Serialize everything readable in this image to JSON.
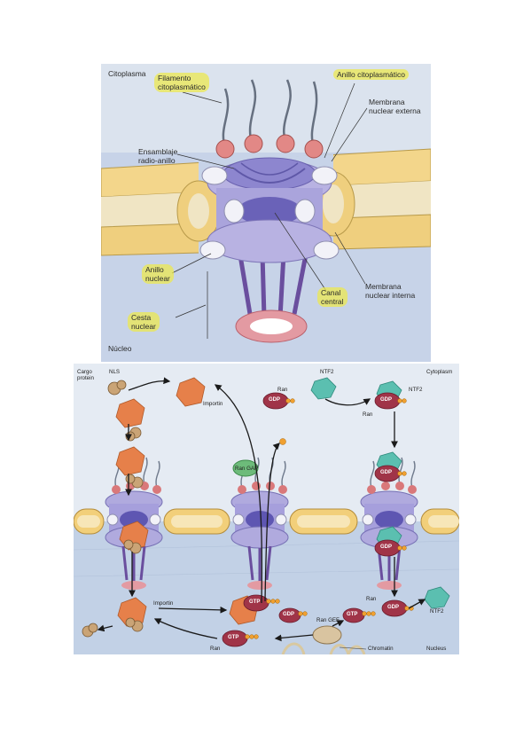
{
  "top_labels": {
    "citoplasma": "Citoplasma",
    "filamento_1": "Filamento",
    "filamento_2": "citoplasmático",
    "anillo_cito": "Anillo citoplasmático",
    "membrana_ext_1": "Membrana",
    "membrana_ext_2": "nuclear externa",
    "ensamblaje_1": "Ensamblaje",
    "ensamblaje_2": "radio-anillo",
    "anillo_nuc_1": "Anillo",
    "anillo_nuc_2": "nuclear",
    "canal_1": "Canal",
    "canal_2": "central",
    "membrana_int_1": "Membrana",
    "membrana_int_2": "nuclear interna",
    "cesta_1": "Cesta",
    "cesta_2": "nuclear",
    "nucleo": "Núcleo"
  },
  "bottom_labels": {
    "cargo_1": "Cargo",
    "cargo_2": "protein",
    "nls": "NLS",
    "importin_top": "Importin",
    "ran_top": "Ran",
    "ntf2_top": "NTF2",
    "cytoplasm": "Cytoplasm",
    "ntf2_right": "NTF2",
    "ran_right": "Ran",
    "ran_gap": "Ran GAP",
    "importin_bottom": "Importin",
    "ran_nuc_right": "Ran",
    "ntf2_nuc": "NTF2",
    "ran_gef": "Ran GEF",
    "ran_bottom": "Ran",
    "chromatin": "Chromatin",
    "nucleus": "Nucleus"
  },
  "molecules": {
    "gdp": "GDP",
    "gtp": "GTP"
  },
  "colors": {
    "membrane": "#f6d98a",
    "nucleus_bg": "#c9d6ea",
    "pore": "#a8a8dc",
    "importin": "#e6804a",
    "ran": "#a03448",
    "ntf2": "#5bbfb0",
    "highlight": "#ece850"
  }
}
